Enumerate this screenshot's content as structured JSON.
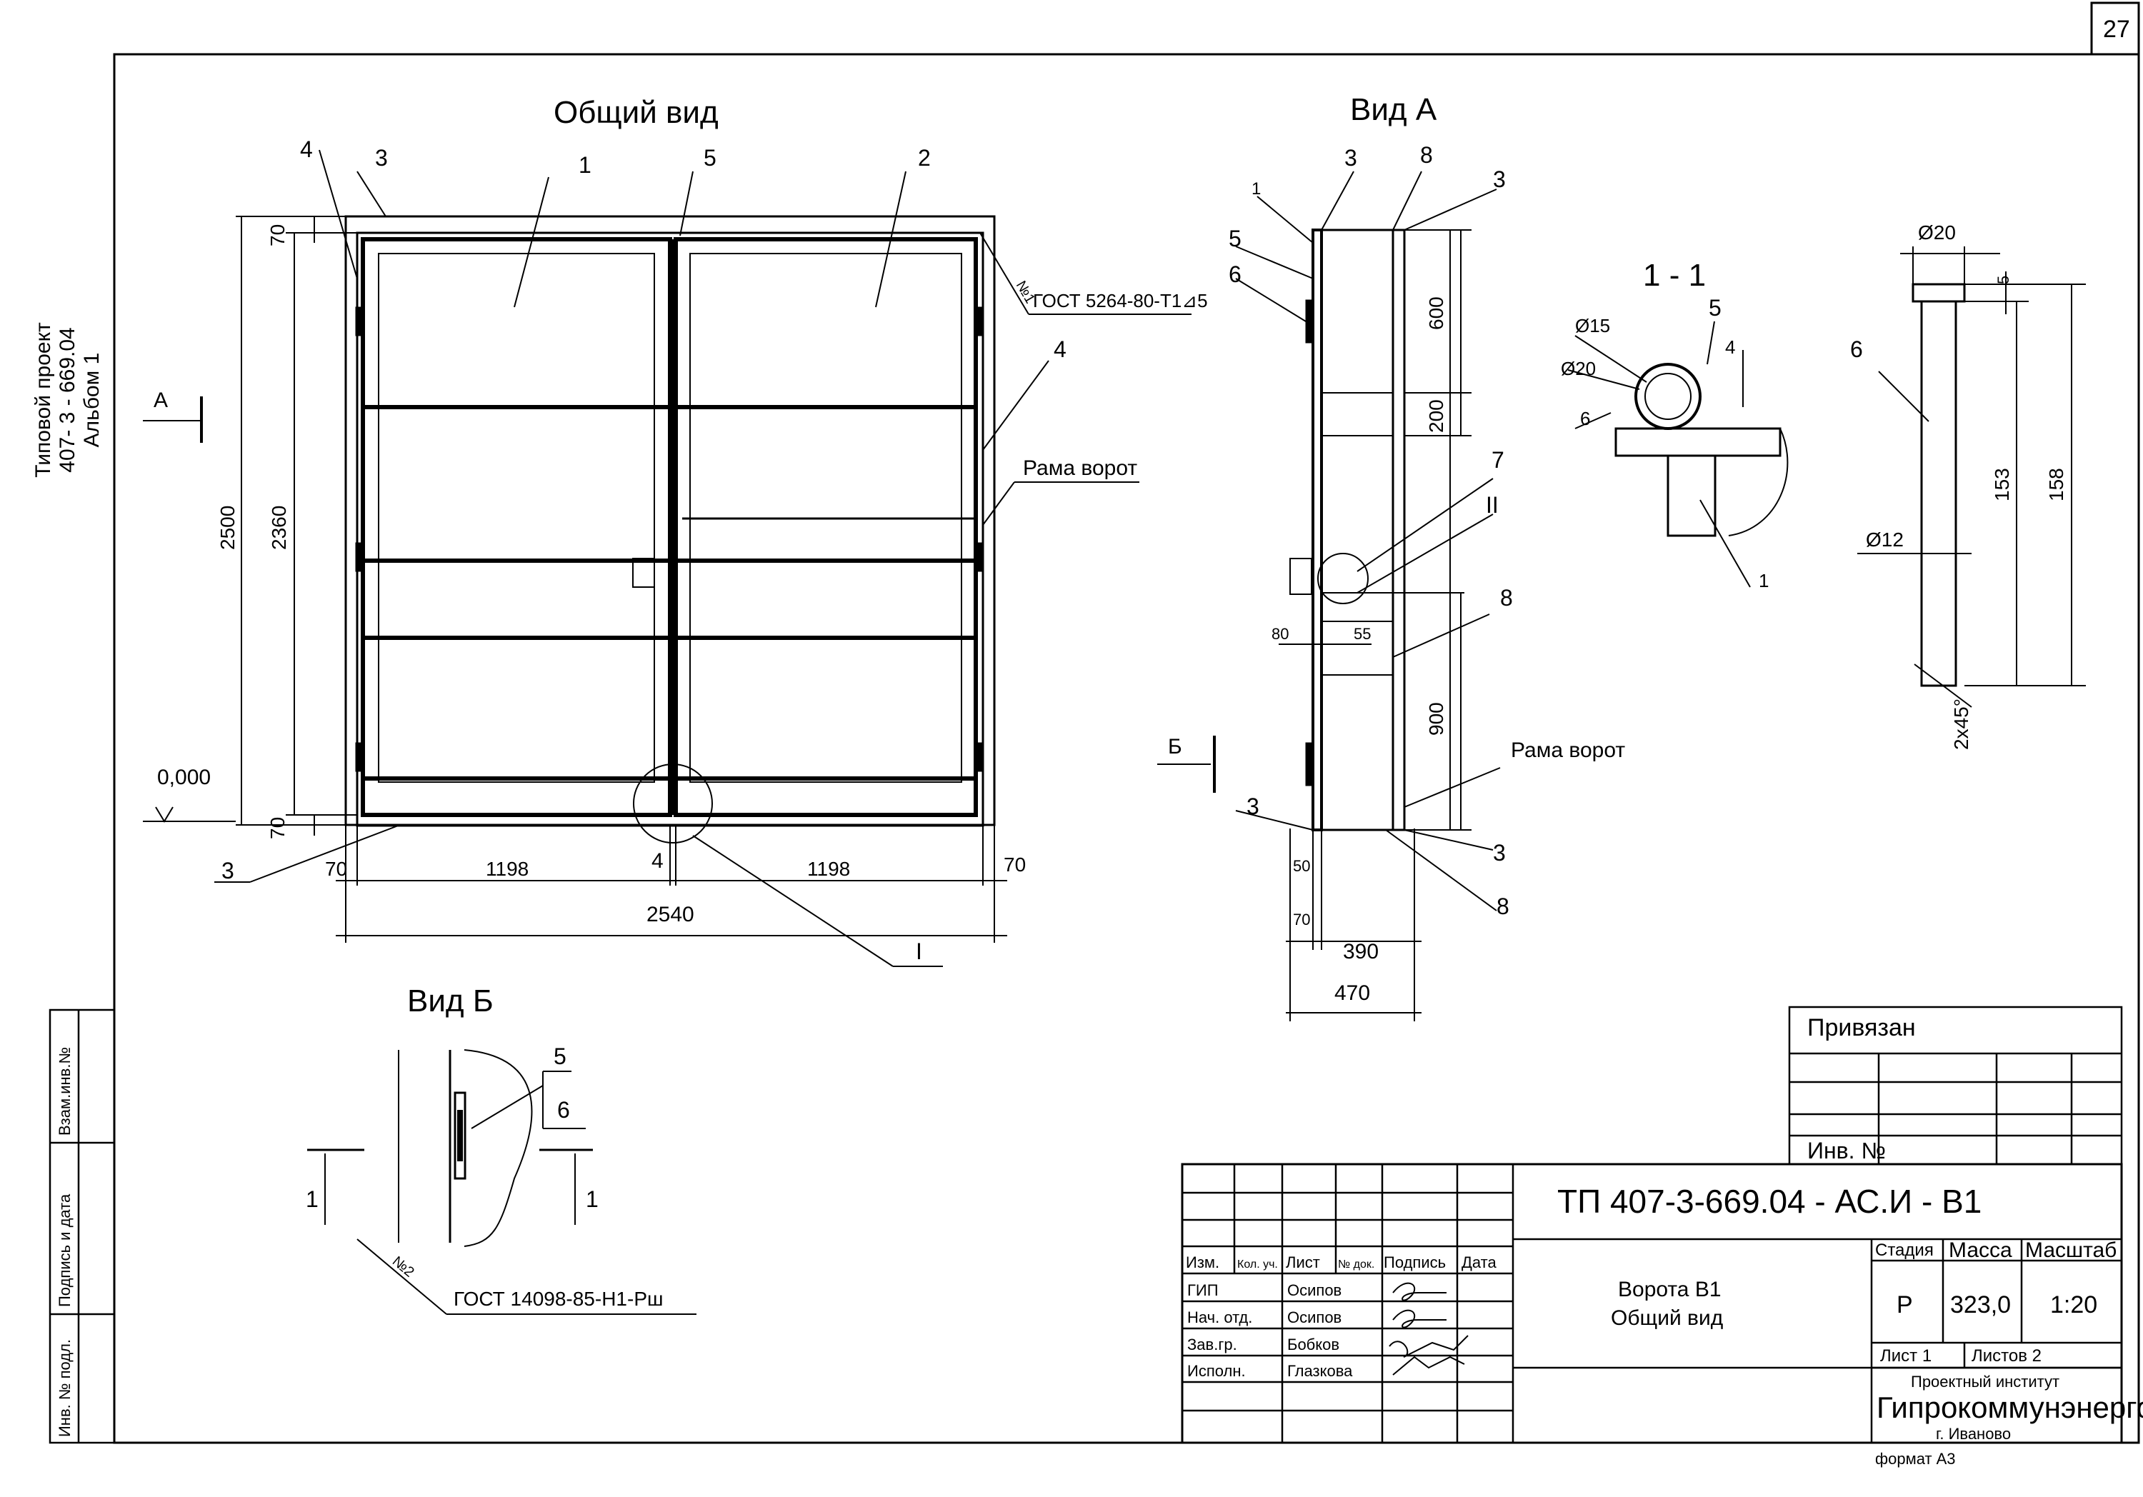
{
  "page_number": "27",
  "side_stamp": {
    "line1": "Типовой проект",
    "line2": "407- 3 - 669.04",
    "line3": "Альбом 1",
    "fields": [
      "Взам.инв.№",
      "Подпись и дата",
      "Инв. № подл."
    ]
  },
  "general_view": {
    "title": "Общий вид",
    "dims": {
      "overall_height": "2500",
      "leaf_height": "2360",
      "top_gap": "70",
      "bottom_gap": "70",
      "left_side": "70",
      "right_side": "70",
      "leaf_width_left": "1198",
      "leaf_width_right": "1198",
      "center_gap": "4",
      "overall_width": "2540"
    },
    "level_mark": "0,000",
    "callouts": [
      "1",
      "2",
      "3",
      "3",
      "4",
      "4",
      "5"
    ],
    "weld_note": "ГОСТ 5264-80-Т1⊿5",
    "weld_tag": "№1",
    "frame_label": "Рама ворот",
    "detail_mark": "I",
    "view_arrow_a": "А"
  },
  "view_a": {
    "title": "Вид А",
    "dims": [
      "600",
      "200",
      "900",
      "80",
      "55",
      "50",
      "70",
      "390",
      "470"
    ],
    "callouts": [
      "1",
      "3",
      "8",
      "3",
      "5",
      "6",
      "7",
      "II",
      "8",
      "3",
      "3",
      "8"
    ],
    "frame_label": "Рама ворот",
    "view_arrow_b": "Б"
  },
  "section_1_1": {
    "title": "1 - 1",
    "labels": [
      "Ø15",
      "Ø20",
      "6",
      "5",
      "4",
      "1"
    ]
  },
  "pin_detail": {
    "labels": [
      "Ø20",
      "5",
      "6",
      "153",
      "158",
      "Ø12",
      "2x45°"
    ]
  },
  "view_b": {
    "title": "Вид Б",
    "callouts": [
      "5",
      "6",
      "1",
      "1"
    ],
    "weld_tag": "№2",
    "gost_note": "ГОСТ 14098-85-Н1-Рш"
  },
  "title_block": {
    "bound_label": "Привязан",
    "inv_label": "Инв. №",
    "doc_code": "ТП  407-3-669.04 - АС.И - В1",
    "drawing_name_1": "Ворота В1",
    "drawing_name_2": "Общий вид",
    "col_headers": [
      "Изм.",
      "Кол. уч.",
      "Лист",
      "№ док.",
      "Подпись",
      "Дата"
    ],
    "roles": [
      {
        "role": "ГИП",
        "name": "Осипов"
      },
      {
        "role": "Нач. отд.",
        "name": "Осипов"
      },
      {
        "role": "Зав.гр.",
        "name": "Бобков"
      },
      {
        "role": "Исполн.",
        "name": "Глазкова"
      }
    ],
    "stage_label": "Стадия",
    "mass_label": "Масса",
    "scale_label": "Масштаб",
    "stage": "Р",
    "mass": "323,0",
    "scale": "1:20",
    "sheet_label": "Лист 1",
    "sheets_label": "Листов  2",
    "org_line1": "Проектный институт",
    "org_line2": "Гипрокоммунэнерго",
    "org_line3": "г. Иваново",
    "format": "формат А3"
  }
}
